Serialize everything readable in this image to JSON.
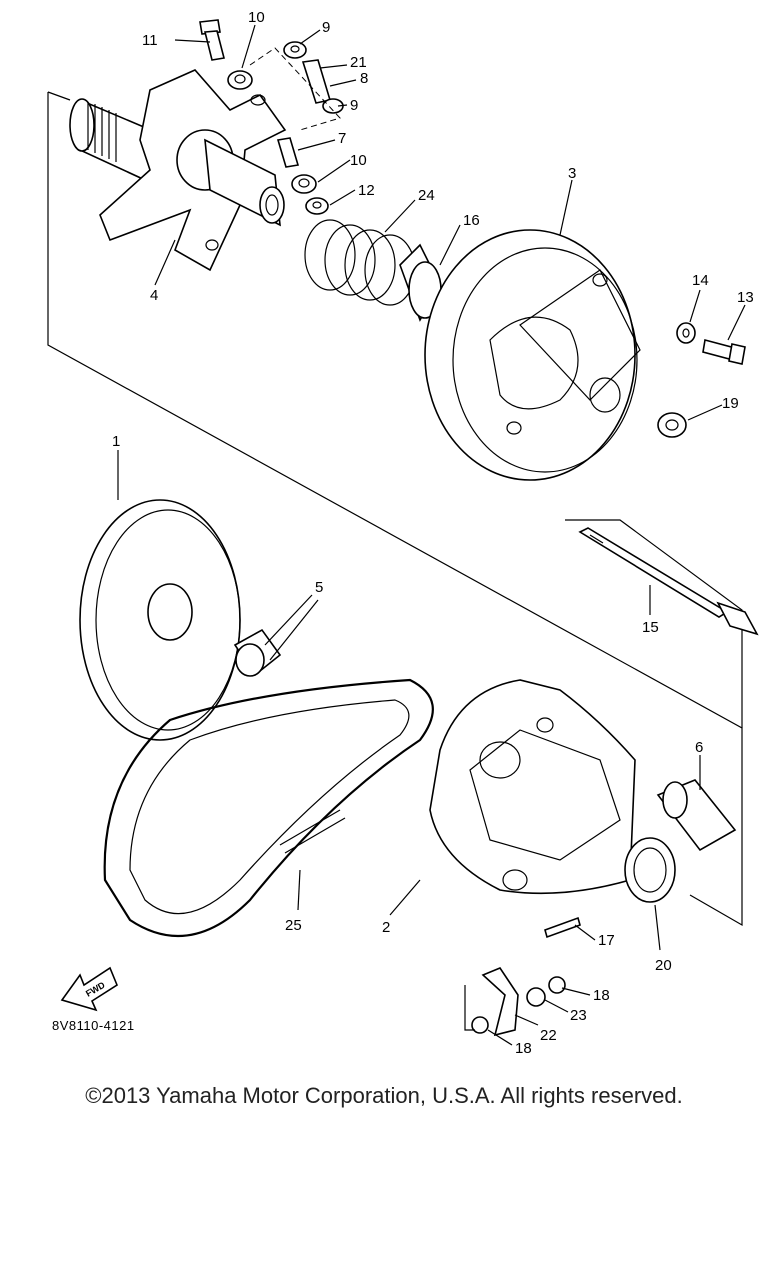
{
  "callouts": [
    {
      "id": "c1",
      "text": "1"
    },
    {
      "id": "c2",
      "text": "2"
    },
    {
      "id": "c3",
      "text": "3"
    },
    {
      "id": "c4",
      "text": "4"
    },
    {
      "id": "c5",
      "text": "5"
    },
    {
      "id": "c6",
      "text": "6"
    },
    {
      "id": "c7",
      "text": "7"
    },
    {
      "id": "c8",
      "text": "8"
    },
    {
      "id": "c9a",
      "text": "9"
    },
    {
      "id": "c9b",
      "text": "9"
    },
    {
      "id": "c10a",
      "text": "10"
    },
    {
      "id": "c10b",
      "text": "10"
    },
    {
      "id": "c11",
      "text": "11"
    },
    {
      "id": "c12",
      "text": "12"
    },
    {
      "id": "c13",
      "text": "13"
    },
    {
      "id": "c14",
      "text": "14"
    },
    {
      "id": "c15",
      "text": "15"
    },
    {
      "id": "c16",
      "text": "16"
    },
    {
      "id": "c17",
      "text": "17"
    },
    {
      "id": "c18a",
      "text": "18"
    },
    {
      "id": "c18b",
      "text": "18"
    },
    {
      "id": "c19",
      "text": "19"
    },
    {
      "id": "c20",
      "text": "20"
    },
    {
      "id": "c21",
      "text": "21"
    },
    {
      "id": "c22",
      "text": "22"
    },
    {
      "id": "c23",
      "text": "23"
    },
    {
      "id": "c24",
      "text": "24"
    },
    {
      "id": "c25",
      "text": "25"
    }
  ],
  "front_arrow_label": "FWD",
  "catalog_code": "8V8110-4121",
  "copyright": "©2013 Yamaha Motor Corporation, U.S.A. All rights reserved."
}
